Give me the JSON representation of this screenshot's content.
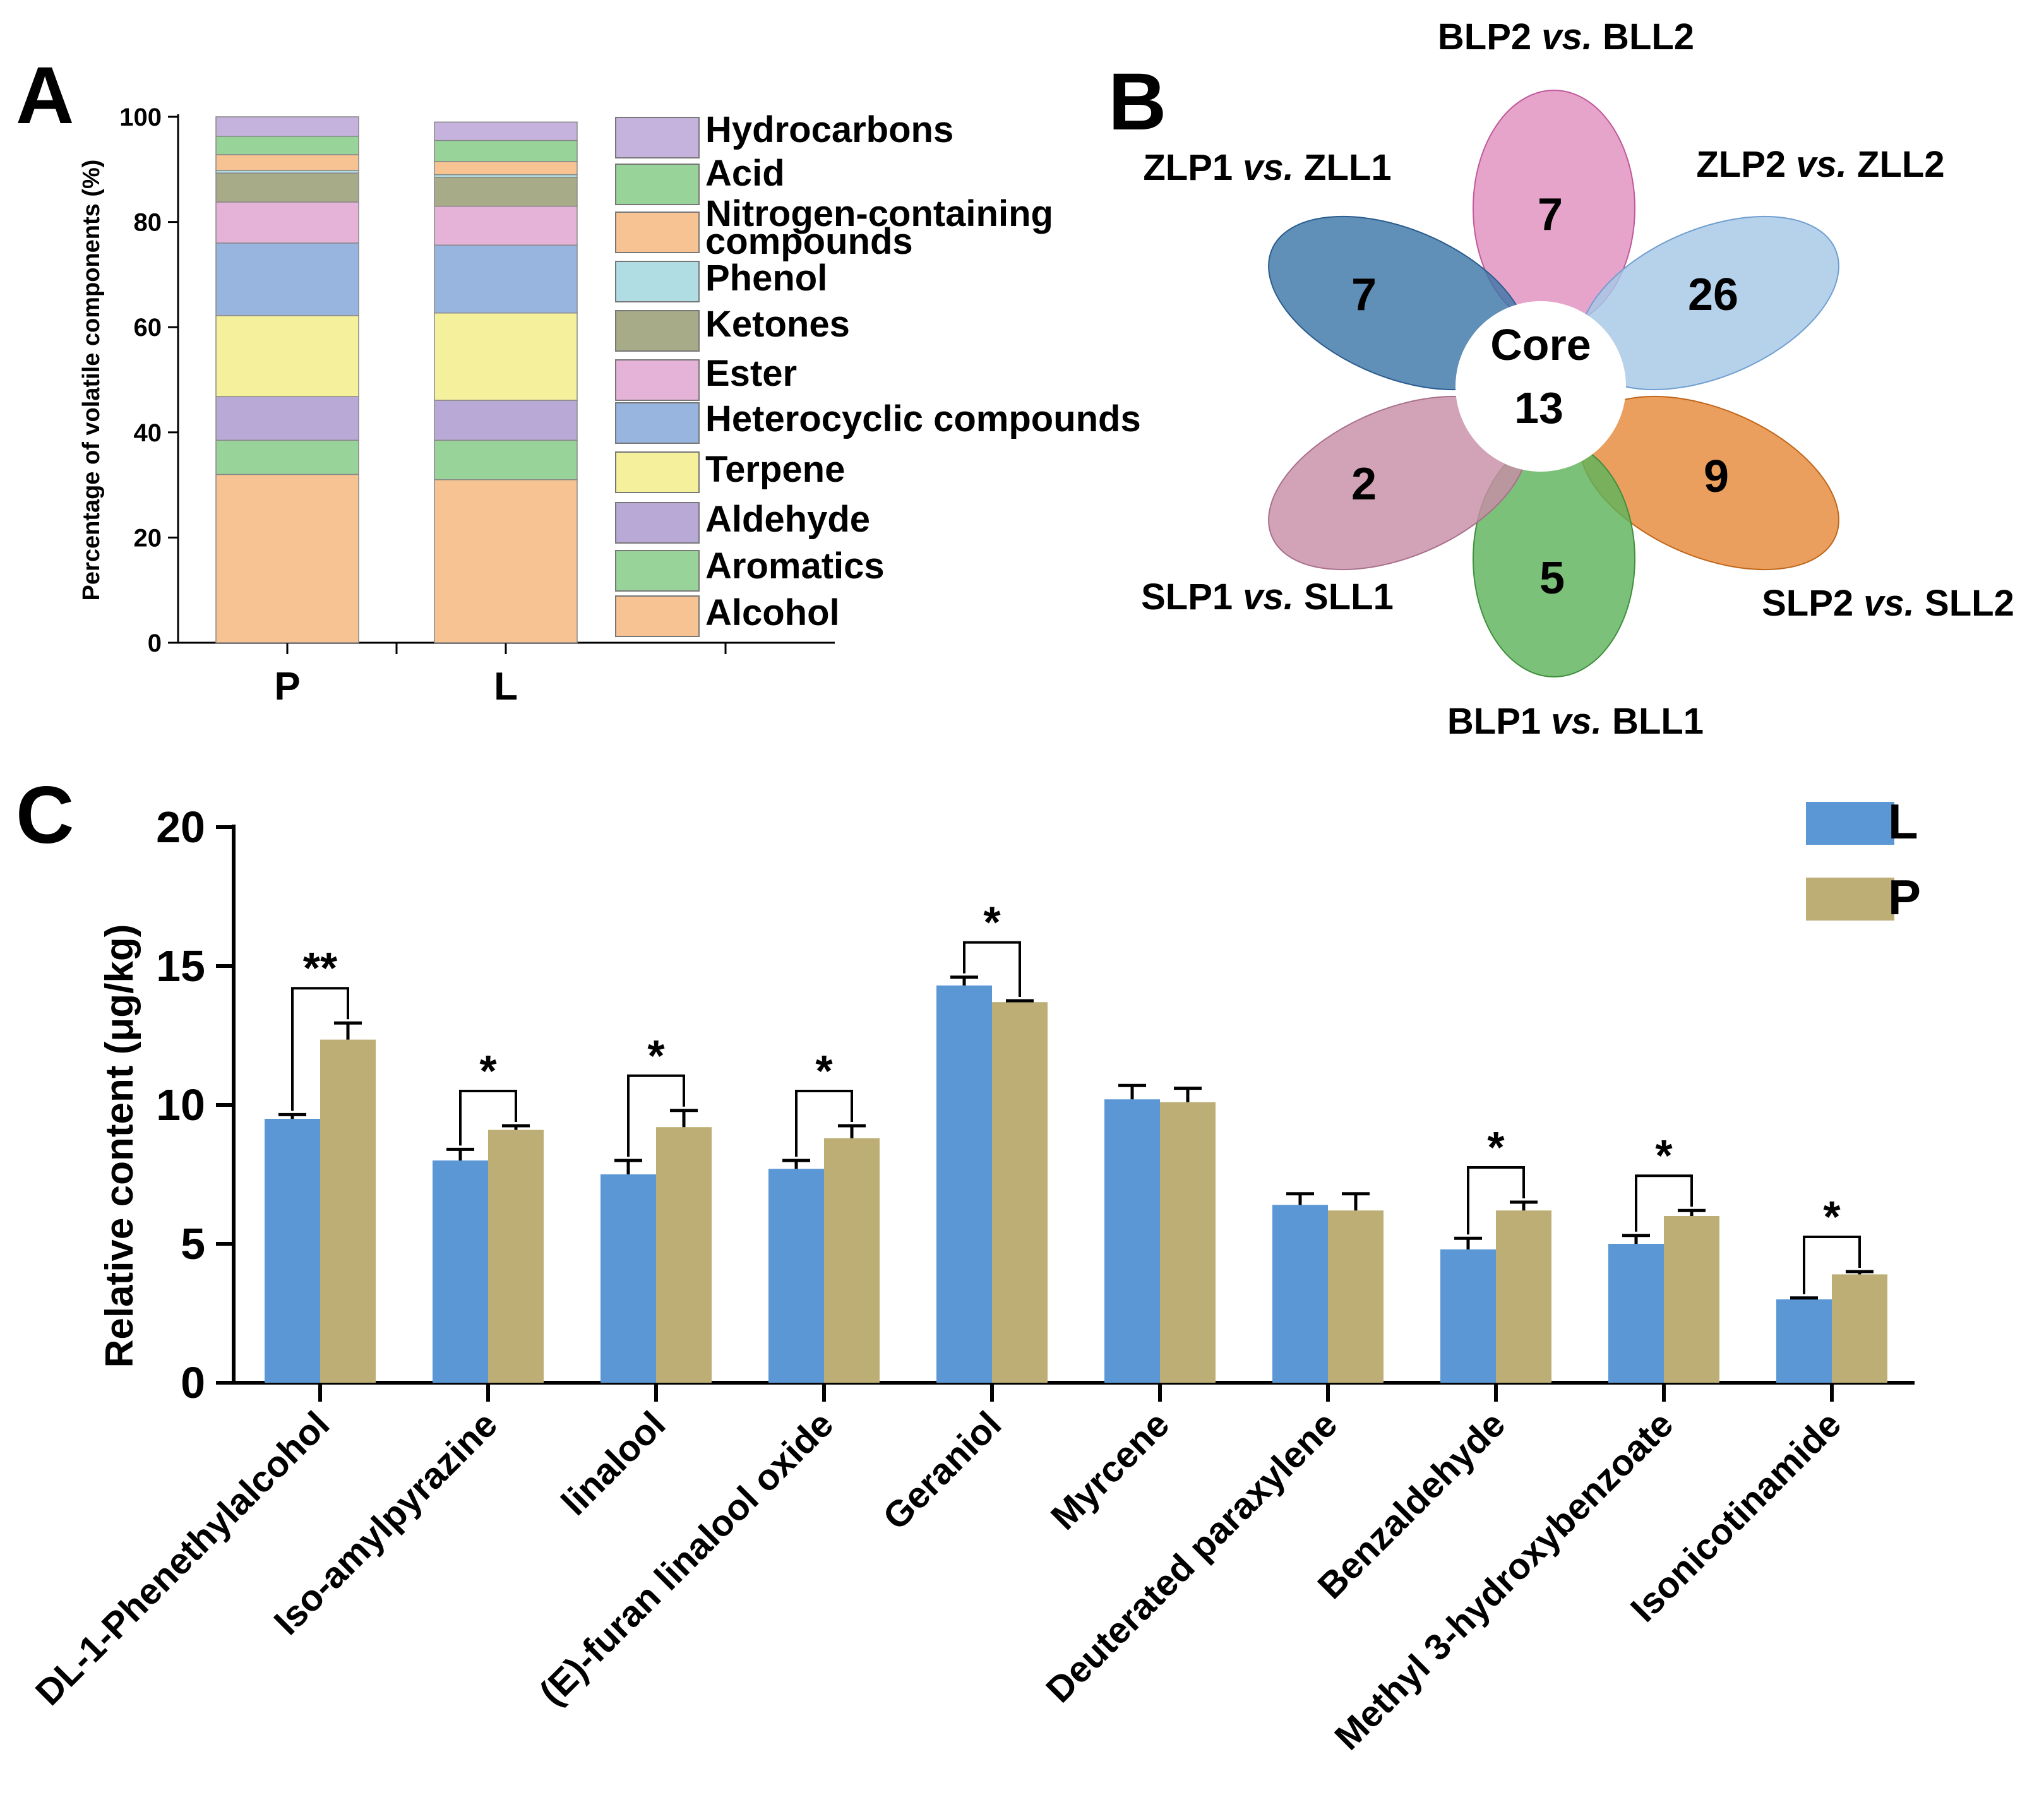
{
  "colors": {
    "alcohol": "#f7c393",
    "aromatics": "#98d39a",
    "aldehyde": "#b9a9d6",
    "terpene": "#f4f09c",
    "heterocyclic": "#98b5e0",
    "ester": "#e6b3d8",
    "ketones": "#a8ab87",
    "phenol": "#b0dde3",
    "nitrogen": "#f7c393",
    "acid": "#98d39a",
    "hydrocarbons": "#c6b3dd",
    "bar_L": "#5b97d5",
    "bar_P": "#bcae75",
    "petal_blue": "#3d76a8",
    "petal_pink": "#e290bf",
    "petal_lightblue": "#a6c8e7",
    "petal_orange": "#e68a3b",
    "petal_green": "#5eb35c",
    "petal_mauve": "#c88ea6"
  },
  "panels": {
    "a": "A",
    "b": "B",
    "c": "C"
  },
  "chart_data": [
    {
      "type": "bar",
      "stacked": true,
      "panel": "A",
      "ylabel": "Percentage of volatile components (%)",
      "ylim": [
        0,
        100
      ],
      "yticks": [
        0,
        20,
        40,
        60,
        80,
        100
      ],
      "categories": [
        "P",
        "L"
      ],
      "series": [
        {
          "name": "Alcohol",
          "color_key": "alcohol",
          "values": [
            32.0,
            31.0
          ]
        },
        {
          "name": "Aromatics",
          "color_key": "aromatics",
          "values": [
            6.5,
            7.5
          ]
        },
        {
          "name": "Aldehyde",
          "color_key": "aldehyde",
          "values": [
            8.3,
            7.6
          ]
        },
        {
          "name": "Terpene",
          "color_key": "terpene",
          "values": [
            15.4,
            16.6
          ]
        },
        {
          "name": "Heterocyclic compounds",
          "color_key": "heterocyclic",
          "values": [
            13.8,
            12.9
          ]
        },
        {
          "name": "Ester",
          "color_key": "ester",
          "values": [
            7.8,
            7.4
          ]
        },
        {
          "name": "Ketones",
          "color_key": "ketones",
          "values": [
            5.5,
            5.5
          ]
        },
        {
          "name": "Phenol",
          "color_key": "phenol",
          "values": [
            0.5,
            0.5
          ]
        },
        {
          "name": "Nitrogen-containing compounds",
          "color_key": "nitrogen",
          "values": [
            3.0,
            2.5
          ]
        },
        {
          "name": "Acid",
          "color_key": "acid",
          "values": [
            3.5,
            4.0
          ]
        },
        {
          "name": "Hydrocarbons",
          "color_key": "hydrocarbons",
          "values": [
            3.7,
            3.5
          ]
        }
      ],
      "legend": [
        "Hydrocarbons",
        "Acid",
        "Nitrogen-containing",
        "compounds",
        "Phenol",
        "Ketones",
        "Ester",
        "Heterocyclic compounds",
        "Terpene",
        "Aldehyde",
        "Aromatics",
        "Alcohol"
      ]
    },
    {
      "type": "venn",
      "panel": "B",
      "core_label": "Core",
      "core_value": "13",
      "petals": [
        {
          "color_key": "petal_pink",
          "label_plain": "BLP2 ",
          "label_italic": "vs.",
          "label_rest": " BLL2",
          "value": "7"
        },
        {
          "color_key": "petal_lightblue",
          "label_plain": "ZLP2 ",
          "label_italic": "vs.",
          "label_rest": " ZLL2",
          "value": "26"
        },
        {
          "color_key": "petal_orange",
          "label_plain": "SLP2 ",
          "label_italic": "vs.",
          "label_rest": " SLL2",
          "value": "9"
        },
        {
          "color_key": "petal_green",
          "label_plain": "BLP1 ",
          "label_italic": "vs.",
          "label_rest": " BLL1",
          "value": "5"
        },
        {
          "color_key": "petal_mauve",
          "label_plain": "SLP1 ",
          "label_italic": "vs.",
          "label_rest": " SLL1",
          "value": "2"
        },
        {
          "color_key": "petal_blue",
          "label_plain": "ZLP1 ",
          "label_italic": "vs.",
          "label_rest": " ZLL1",
          "value": "7"
        }
      ]
    },
    {
      "type": "bar",
      "panel": "C",
      "ylabel": "Relative content (μg/kg)",
      "ylim": [
        0,
        20
      ],
      "yticks": [
        0,
        5,
        10,
        15,
        20
      ],
      "legend_position": "top-right",
      "categories": [
        "DL-1-Phenethylalcohol",
        "Iso-amylpyrazine",
        "linalool",
        "(E)-furan linalool oxide",
        "Geraniol",
        "Myrcene",
        "Deuterated paraxylene",
        "Benzaldehyde",
        "Methyl 3-hydroxybenzoate",
        "Isonicotinamide"
      ],
      "series": [
        {
          "name": "L",
          "color_key": "bar_L",
          "values": [
            9.5,
            8.0,
            7.5,
            7.7,
            14.3,
            10.2,
            6.4,
            4.8,
            5.0,
            3.0
          ],
          "errors": [
            0.15,
            0.4,
            0.5,
            0.3,
            0.3,
            0.5,
            0.4,
            0.4,
            0.3,
            0.05
          ]
        },
        {
          "name": "P",
          "color_key": "bar_P",
          "values": [
            12.35,
            9.1,
            9.2,
            8.8,
            13.7,
            10.1,
            6.2,
            6.2,
            6.0,
            3.9
          ],
          "errors": [
            0.6,
            0.15,
            0.6,
            0.45,
            0.05,
            0.5,
            0.6,
            0.3,
            0.2,
            0.1
          ]
        }
      ],
      "significance": [
        "**",
        "*",
        "*",
        "*",
        "*",
        "",
        "",
        "*",
        "*",
        "*"
      ]
    }
  ]
}
